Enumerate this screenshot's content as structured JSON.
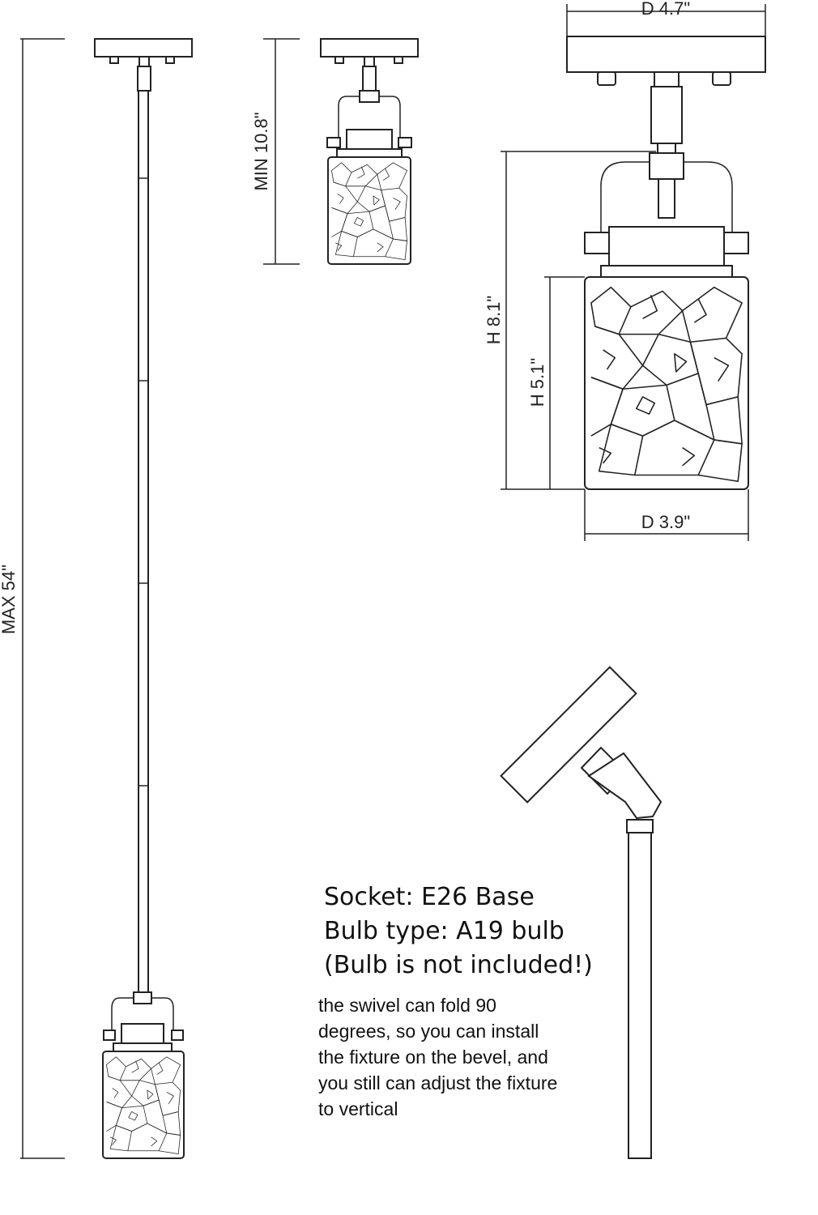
{
  "dimensions": {
    "max_length": "MAX 54\"",
    "min_length": "MIN 10.8\"",
    "canopy_diameter": "D 4.7\"",
    "total_height": "H 8.1\"",
    "shade_height": "H 5.1\"",
    "shade_diameter": "D 3.9\""
  },
  "specs": {
    "socket": "Socket: E26 Base",
    "bulb_type": "Bulb type: A19 bulb",
    "bulb_note": "(Bulb is not included!)"
  },
  "note_lines": [
    "the swivel can fold 90",
    "degrees, so you can install",
    "the fixture on the bevel, and",
    "you still can adjust the fixture",
    "to vertical"
  ]
}
